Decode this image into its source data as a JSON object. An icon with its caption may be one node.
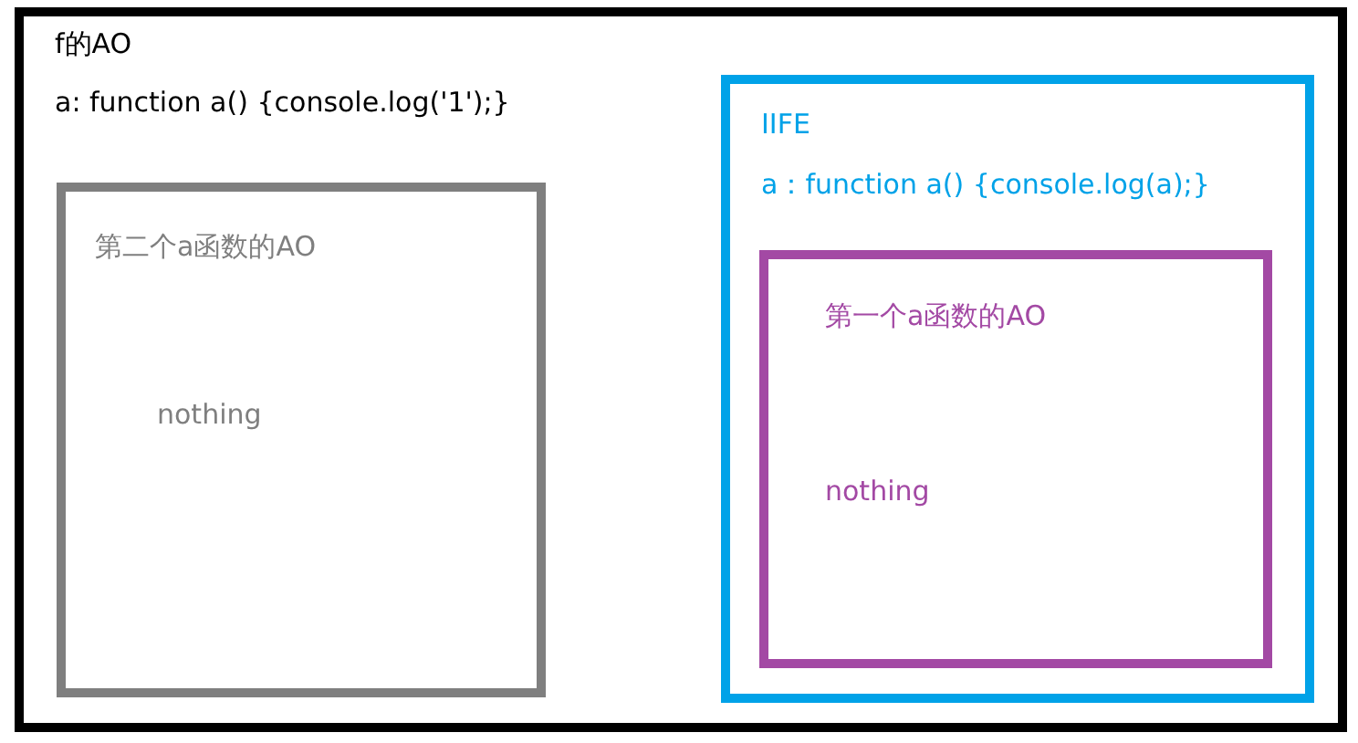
{
  "diagram": {
    "nodes": [
      {
        "text": [
          "f的AO",
          "a: function a() {console.log('1');}"
        ]
      },
      {
        "text": [
          "第二个a函数的AO",
          "nothing"
        ],
        "in": 0
      },
      {
        "text": [
          "IIFE",
          "a：function a() {console.log(a);}"
        ],
        "in": 0
      },
      {
        "text": [
          "第一个a函数的AO",
          "nothing"
        ],
        "in": 2
      }
    ]
  }
}
